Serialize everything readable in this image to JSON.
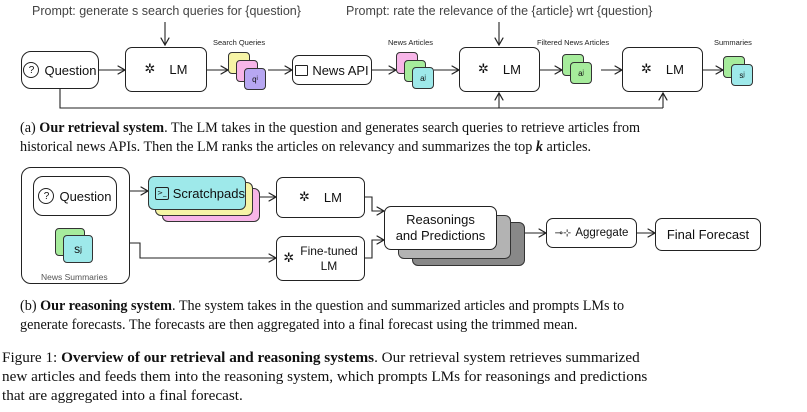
{
  "panel_a": {
    "prompt1": "Prompt: generate s search queries for {question}",
    "prompt2": "Prompt: rate the relevance of the {article} wrt {question}",
    "question_label": "Question",
    "lm1_label": "LM",
    "search_queries_label": "Search Queries",
    "query_card_label": "q",
    "query_card_sub": "i",
    "news_api_label": "News API",
    "news_articles_label": "News Articles",
    "article_card_label": "a",
    "article_card_sub": "j",
    "lm2_label": "LM",
    "filtered_label": "Filtered News Articles",
    "filtered_card_label": "a",
    "filtered_card_sub": "j",
    "lm3_label": "LM",
    "summaries_label": "Summaries",
    "summary_card_label": "s",
    "summary_card_sub": "j",
    "caption_tag": "(a)",
    "caption_bold": "Our retrieval system",
    "caption_line1": ". The LM takes in the question and generates search queries to retrieve articles from",
    "caption_line2_a": "historical news APIs. Then the LM ranks the articles on relevancy and summarizes the top ",
    "caption_line2_k": "k",
    "caption_line2_b": " articles."
  },
  "panel_b": {
    "question_label": "Question",
    "summary_card_label": "s",
    "summary_card_sub": "j",
    "news_summaries_label": "News Summaries",
    "scratchpads_label": "Scratchpads",
    "lm_label": "LM",
    "finetuned_label_1": "Fine-tuned",
    "finetuned_label_2": "LM",
    "reasonings_label_1": "Reasonings",
    "reasonings_label_2": "and Predictions",
    "aggregate_label": "Aggregate",
    "final_label": "Final Forecast",
    "caption_tag": "(b)",
    "caption_bold": "Our reasoning system",
    "caption_line1": ". The system takes in the question and summarized articles and prompts LMs to",
    "caption_line2": "generate forecasts. The forecasts are then aggregated into a final forecast using the trimmed mean."
  },
  "figure": {
    "label": "Figure 1:",
    "bold": "Overview of our retrieval and reasoning systems",
    "line1": ". Our retrieval system retrieves summarized",
    "line2": "new articles and feeds them into the reasoning system, which prompts LMs for reasonings and predictions",
    "line3": "that are aggregated into a final forecast."
  },
  "colors": {
    "card_yellow": "#f6f4a6",
    "card_pink": "#f7b5e8",
    "card_purple": "#b7a7f2",
    "card_green": "#a6ec9c",
    "card_cyan": "#9ee9ea",
    "reason_gray1": "#888888",
    "reason_gray2": "#b3b3b3"
  }
}
